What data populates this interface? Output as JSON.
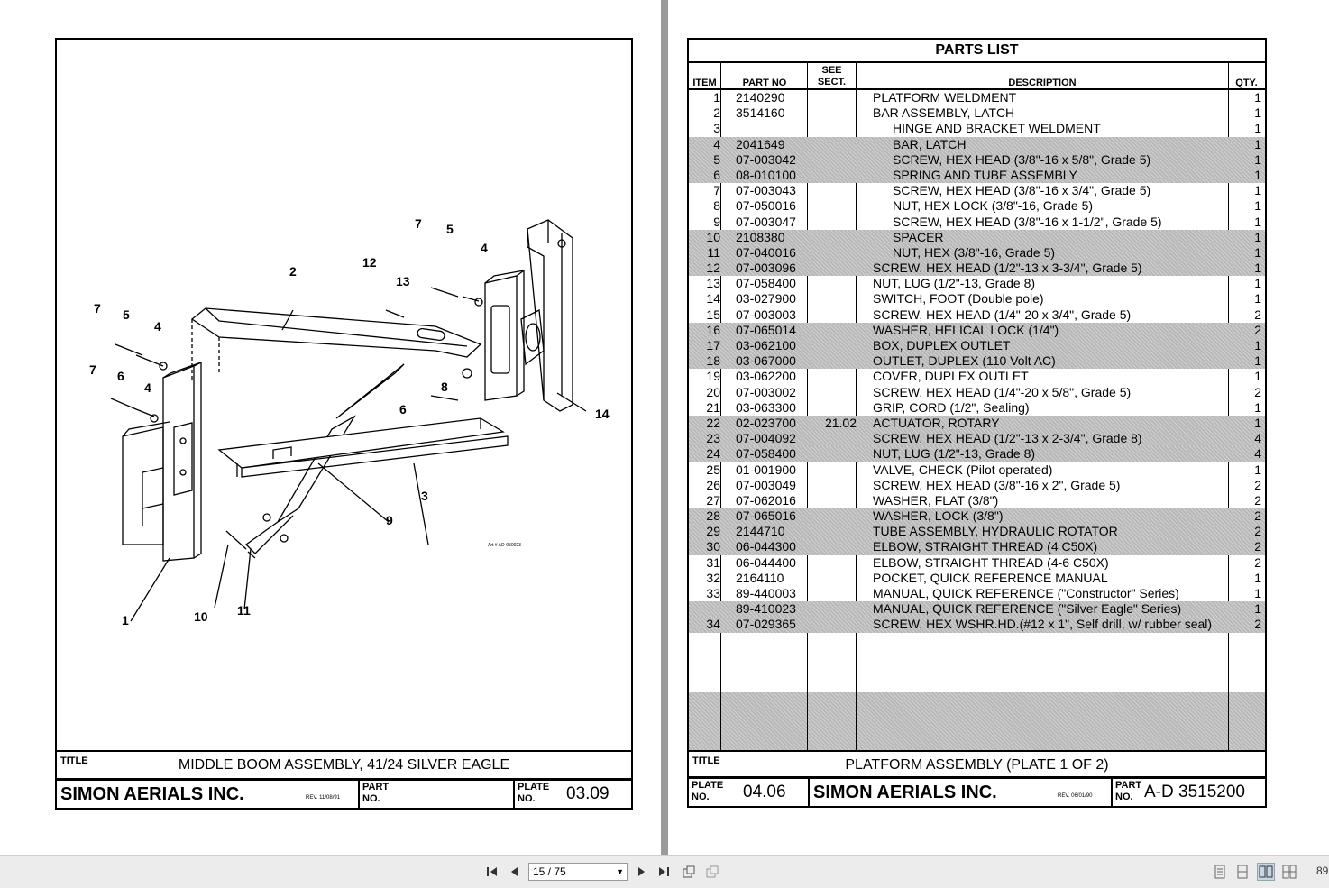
{
  "left_page": {
    "title_label": "TITLE",
    "title": "MIDDLE BOOM ASSEMBLY, 41/24 SILVER EAGLE",
    "company": "SIMON AERIALS INC.",
    "rev": "REV. 11/08/91",
    "part_label_1": "PART",
    "part_label_2": "NO.",
    "plate_label_1": "PLATE",
    "plate_label_2": "NO.",
    "plate_no": "03.09",
    "art_no": "Art # AD-050023",
    "callouts": [
      "1",
      "2",
      "3",
      "4",
      "4",
      "4",
      "5",
      "5",
      "6",
      "6",
      "7",
      "7",
      "7",
      "8",
      "9",
      "10",
      "11",
      "12",
      "13",
      "14"
    ]
  },
  "right_page": {
    "header": "PARTS LIST",
    "col_item": "ITEM",
    "col_part": "PART NO",
    "col_sect_1": "SEE",
    "col_sect_2": "SECT.",
    "col_desc": "DESCRIPTION",
    "col_qty": "QTY.",
    "rows": [
      {
        "item": "1",
        "part": "2140290",
        "sect": "",
        "desc": "PLATFORM WELDMENT",
        "qty": "1",
        "shade": false,
        "indent": false
      },
      {
        "item": "2",
        "part": "3514160",
        "sect": "",
        "desc": "BAR ASSEMBLY, LATCH",
        "qty": "1",
        "shade": false,
        "indent": false
      },
      {
        "item": "3",
        "part": "",
        "sect": "",
        "desc": "HINGE AND BRACKET WELDMENT",
        "qty": "1",
        "shade": false,
        "indent": true
      },
      {
        "item": "4",
        "part": "2041649",
        "sect": "",
        "desc": "BAR, LATCH",
        "qty": "1",
        "shade": true,
        "indent": true
      },
      {
        "item": "5",
        "part": "07-003042",
        "sect": "",
        "desc": "SCREW, HEX HEAD (3/8\"-16 x 5/8\", Grade 5)",
        "qty": "1",
        "shade": true,
        "indent": true
      },
      {
        "item": "6",
        "part": "08-010100",
        "sect": "",
        "desc": "SPRING AND TUBE ASSEMBLY",
        "qty": "1",
        "shade": true,
        "indent": true
      },
      {
        "item": "7",
        "part": "07-003043",
        "sect": "",
        "desc": "SCREW, HEX HEAD (3/8\"-16 x 3/4\", Grade 5)",
        "qty": "1",
        "shade": false,
        "indent": true
      },
      {
        "item": "8",
        "part": "07-050016",
        "sect": "",
        "desc": "NUT, HEX LOCK (3/8\"-16, Grade 5)",
        "qty": "1",
        "shade": false,
        "indent": true
      },
      {
        "item": "9",
        "part": "07-003047",
        "sect": "",
        "desc": "SCREW, HEX HEAD (3/8\"-16 x 1-1/2\", Grade 5)",
        "qty": "1",
        "shade": false,
        "indent": true
      },
      {
        "item": "10",
        "part": "2108380",
        "sect": "",
        "desc": "SPACER",
        "qty": "1",
        "shade": true,
        "indent": true
      },
      {
        "item": "11",
        "part": "07-040016",
        "sect": "",
        "desc": "NUT, HEX (3/8\"-16, Grade 5)",
        "qty": "1",
        "shade": true,
        "indent": true
      },
      {
        "item": "12",
        "part": "07-003096",
        "sect": "",
        "desc": "SCREW, HEX HEAD (1/2\"-13 x 3-3/4\", Grade 5)",
        "qty": "1",
        "shade": true,
        "indent": false
      },
      {
        "item": "13",
        "part": "07-058400",
        "sect": "",
        "desc": "NUT, LUG (1/2\"-13, Grade 8)",
        "qty": "1",
        "shade": false,
        "indent": false
      },
      {
        "item": "14",
        "part": "03-027900",
        "sect": "",
        "desc": "SWITCH, FOOT (Double pole)",
        "qty": "1",
        "shade": false,
        "indent": false
      },
      {
        "item": "15",
        "part": "07-003003",
        "sect": "",
        "desc": "SCREW, HEX HEAD (1/4\"-20 x 3/4\", Grade 5)",
        "qty": "2",
        "shade": false,
        "indent": false
      },
      {
        "item": "16",
        "part": "07-065014",
        "sect": "",
        "desc": "WASHER, HELICAL LOCK (1/4\")",
        "qty": "2",
        "shade": true,
        "indent": false
      },
      {
        "item": "17",
        "part": "03-062100",
        "sect": "",
        "desc": "BOX, DUPLEX OUTLET",
        "qty": "1",
        "shade": true,
        "indent": false
      },
      {
        "item": "18",
        "part": "03-067000",
        "sect": "",
        "desc": "OUTLET, DUPLEX (110 Volt AC)",
        "qty": "1",
        "shade": true,
        "indent": false
      },
      {
        "item": "19",
        "part": "03-062200",
        "sect": "",
        "desc": "COVER, DUPLEX OUTLET",
        "qty": "1",
        "shade": false,
        "indent": false
      },
      {
        "item": "20",
        "part": "07-003002",
        "sect": "",
        "desc": "SCREW, HEX HEAD (1/4\"-20 x 5/8\", Grade 5)",
        "qty": "2",
        "shade": false,
        "indent": false
      },
      {
        "item": "21",
        "part": "03-063300",
        "sect": "",
        "desc": "GRIP, CORD (1/2\", Sealing)",
        "qty": "1",
        "shade": false,
        "indent": false
      },
      {
        "item": "22",
        "part": "02-023700",
        "sect": "21.02",
        "desc": "ACTUATOR, ROTARY",
        "qty": "1",
        "shade": true,
        "indent": false
      },
      {
        "item": "23",
        "part": "07-004092",
        "sect": "",
        "desc": "SCREW, HEX HEAD (1/2\"-13 x 2-3/4\", Grade 8)",
        "qty": "4",
        "shade": true,
        "indent": false
      },
      {
        "item": "24",
        "part": "07-058400",
        "sect": "",
        "desc": "NUT, LUG (1/2\"-13, Grade 8)",
        "qty": "4",
        "shade": true,
        "indent": false
      },
      {
        "item": "25",
        "part": "01-001900",
        "sect": "",
        "desc": "VALVE, CHECK (Pilot operated)",
        "qty": "1",
        "shade": false,
        "indent": false
      },
      {
        "item": "26",
        "part": "07-003049",
        "sect": "",
        "desc": "SCREW, HEX HEAD (3/8\"-16 x 2\", Grade 5)",
        "qty": "2",
        "shade": false,
        "indent": false
      },
      {
        "item": "27",
        "part": "07-062016",
        "sect": "",
        "desc": "WASHER, FLAT (3/8\")",
        "qty": "2",
        "shade": false,
        "indent": false
      },
      {
        "item": "28",
        "part": "07-065016",
        "sect": "",
        "desc": "WASHER, LOCK (3/8\")",
        "qty": "2",
        "shade": true,
        "indent": false
      },
      {
        "item": "29",
        "part": "2144710",
        "sect": "",
        "desc": "TUBE ASSEMBLY, HYDRAULIC ROTATOR",
        "qty": "2",
        "shade": true,
        "indent": false
      },
      {
        "item": "30",
        "part": "06-044300",
        "sect": "",
        "desc": "ELBOW, STRAIGHT THREAD (4 C50X)",
        "qty": "2",
        "shade": true,
        "indent": false
      },
      {
        "item": "31",
        "part": "06-044400",
        "sect": "",
        "desc": "ELBOW, STRAIGHT THREAD (4-6 C50X)",
        "qty": "2",
        "shade": false,
        "indent": false
      },
      {
        "item": "32",
        "part": "2164110",
        "sect": "",
        "desc": "POCKET, QUICK REFERENCE MANUAL",
        "qty": "1",
        "shade": false,
        "indent": false
      },
      {
        "item": "33",
        "part": "89-440003",
        "sect": "",
        "desc": "MANUAL, QUICK REFERENCE (\"Constructor\" Series)",
        "qty": "1",
        "shade": false,
        "indent": false
      },
      {
        "item": "",
        "part": "89-410023",
        "sect": "",
        "desc": "MANUAL, QUICK REFERENCE (\"Silver Eagle\" Series)",
        "qty": "1",
        "shade": true,
        "indent": false
      },
      {
        "item": "34",
        "part": "07-029365",
        "sect": "",
        "desc": "SCREW, HEX WSHR.HD.(#12 x 1\", Self drill, w/ rubber seal)",
        "qty": "2",
        "shade": true,
        "indent": false
      }
    ],
    "title_label": "TITLE",
    "title": "PLATFORM ASSEMBLY (PLATE 1 OF 2)",
    "plate_label_1": "PLATE",
    "plate_label_2": "NO.",
    "plate_no": "04.06",
    "company": "SIMON AERIALS INC.",
    "rev": "REV. 06/01/90",
    "part_label_1": "PART",
    "part_label_2": "NO.",
    "part_no": "A-D 3515200"
  },
  "toolbar": {
    "page_indicator": "15 / 75",
    "zoom": "89",
    "icons": [
      "first-page-icon",
      "prev-page-icon",
      "next-page-icon",
      "last-page-icon",
      "rotate-icon",
      "fit-icon",
      "single-page-icon",
      "continuous-icon",
      "facing-icon",
      "facing-continuous-icon"
    ]
  }
}
